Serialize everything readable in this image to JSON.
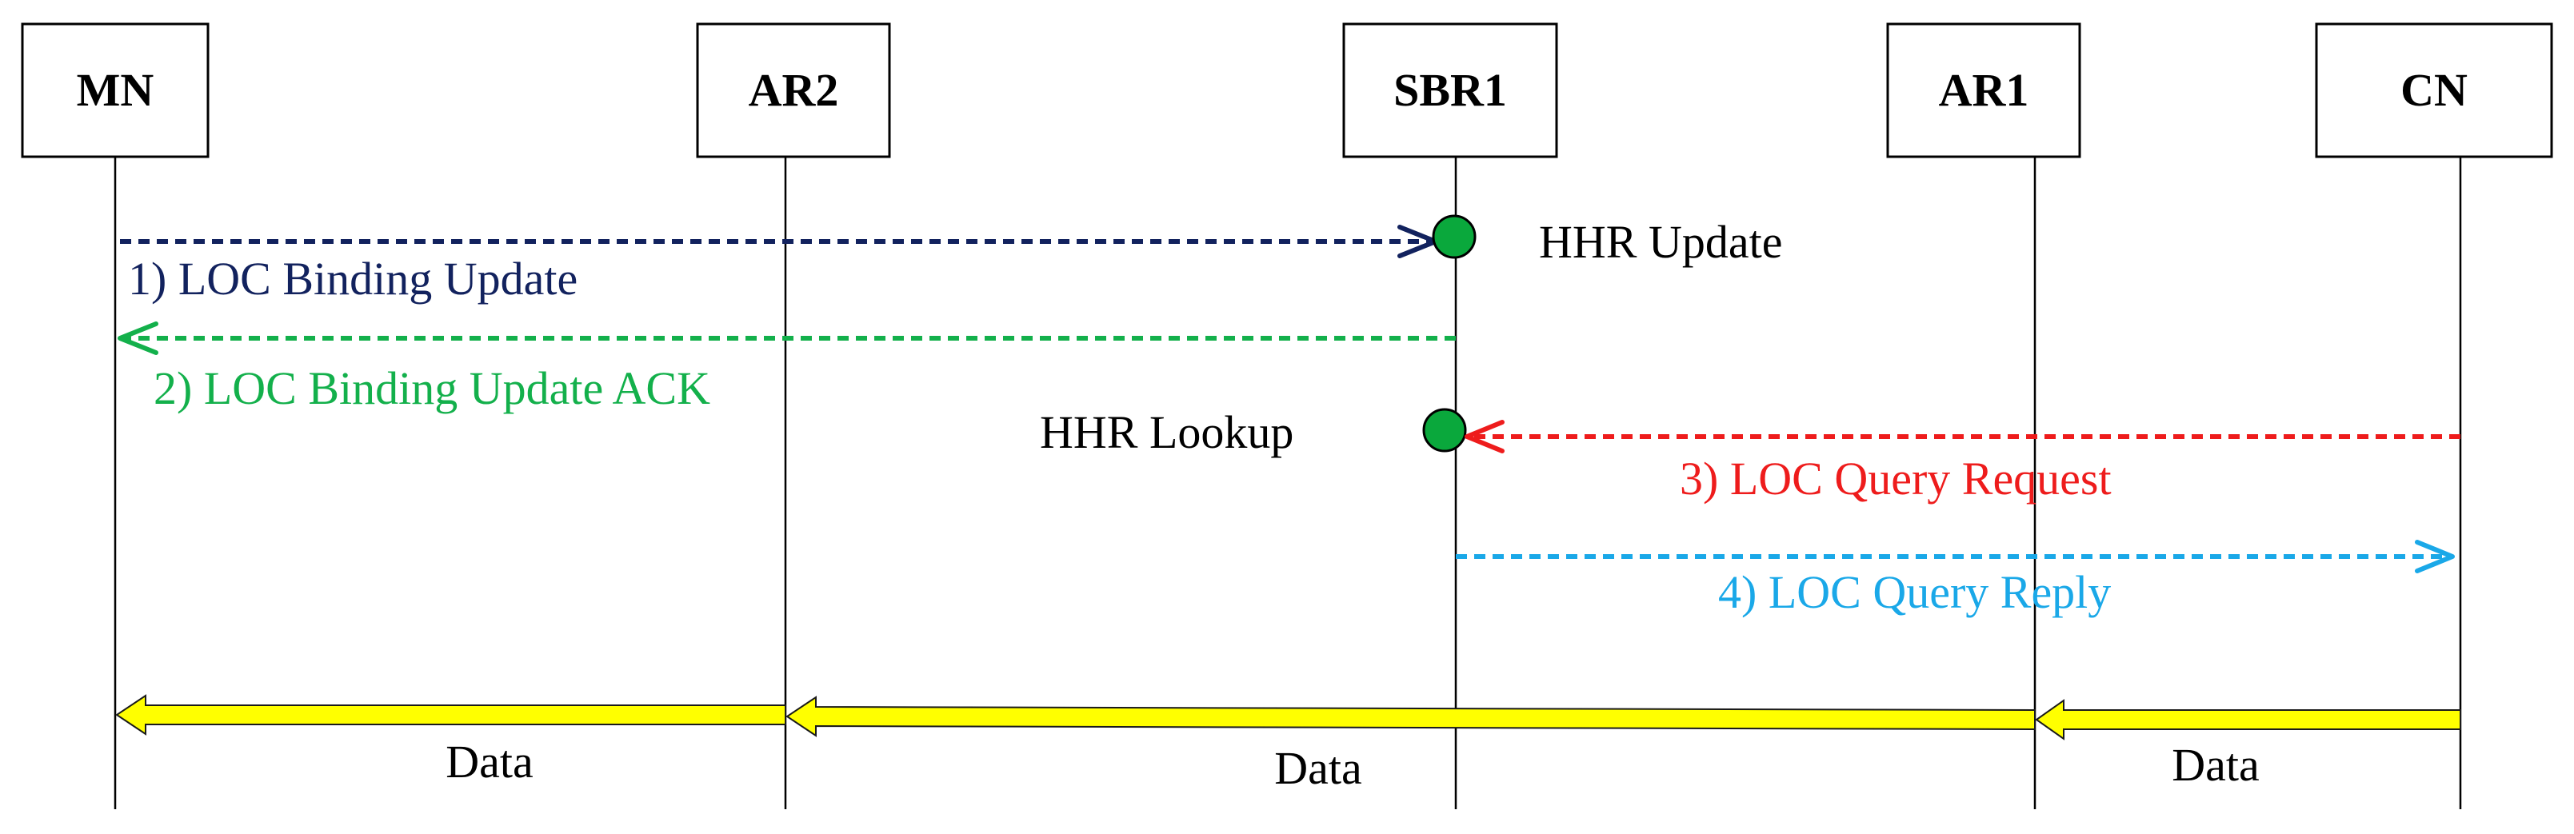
{
  "nodes": {
    "mn": "MN",
    "ar2": "AR2",
    "sbr1": "SBR1",
    "ar1": "AR1",
    "cn": "CN"
  },
  "messages": {
    "m1": {
      "label": "1) LOC Binding Update",
      "color": "#12225e"
    },
    "m2": {
      "label": "2) LOC Binding Update ACK",
      "color": "#13b04b"
    },
    "m3": {
      "label": "3) LOC Query Request",
      "color": "#ee1c1c"
    },
    "m4": {
      "label": "4) LOC Query Reply",
      "color": "#1aa8e8"
    }
  },
  "notes": {
    "hhr_update": "HHR Update",
    "hhr_lookup": "HHR Lookup"
  },
  "data_flow": {
    "seg1_label": "Data",
    "seg2_label": "Data",
    "seg3_label": "Data",
    "color": "#ffff00"
  },
  "dot_color": "#0aa83c"
}
